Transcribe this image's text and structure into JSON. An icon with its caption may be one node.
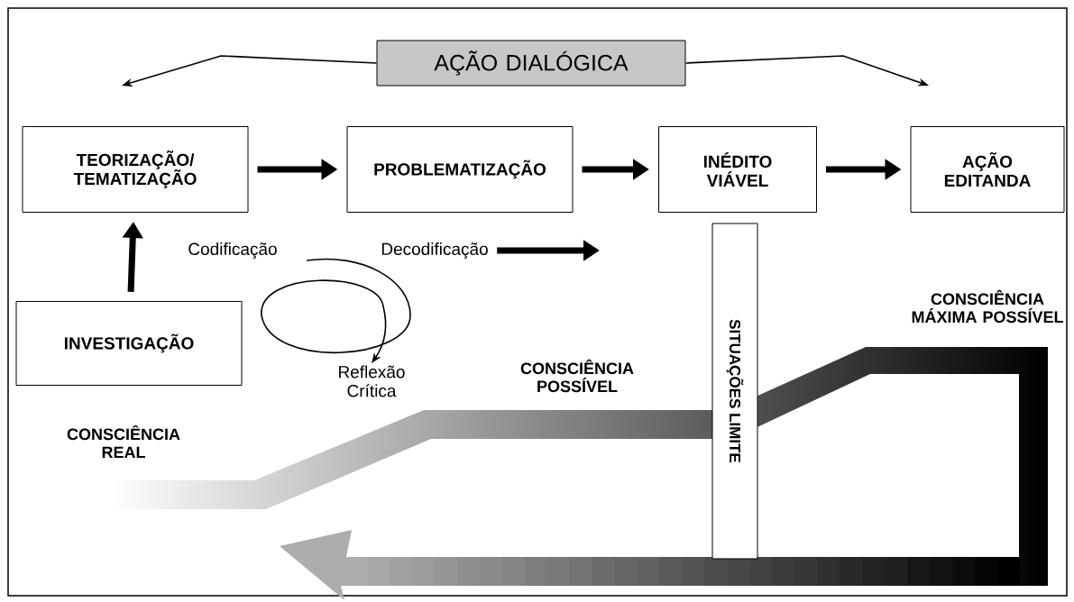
{
  "diagram": {
    "nodes": [
      {
        "text": [
          "AÇÃO DIALÓGICA"
        ]
      },
      {
        "text": [
          "TEORIZAÇÃO/ TEMATIZAÇÃO"
        ]
      },
      {
        "text": [
          "PROBLEMATIZAÇÃO"
        ]
      },
      {
        "text": [
          "INÉDITO VIÁVEL"
        ]
      },
      {
        "text": [
          "AÇÃO EDITANDA"
        ]
      },
      {
        "text": [
          "INVESTIGAÇÃO"
        ]
      },
      {
        "text": [
          "SITUAÇÕES LIMITE"
        ]
      },
      {
        "text": [
          "Codificação"
        ]
      },
      {
        "text": [
          "Decodificação"
        ]
      },
      {
        "text": [
          "Reflexão Crítica"
        ]
      }
    ],
    "edges": [
      {
        "from": 0,
        "to": null,
        "arrow": "to"
      },
      {
        "from": 0,
        "to": null,
        "arrow": "to"
      },
      {
        "from": 1,
        "to": 2,
        "arrow": "to"
      },
      {
        "from": 2,
        "to": 3,
        "arrow": "to"
      },
      {
        "from": 3,
        "to": 4,
        "arrow": "to"
      },
      {
        "from": 5,
        "to": 1,
        "arrow": "to"
      },
      {
        "from": 7,
        "to": 9,
        "arrow": "to"
      },
      {
        "from": 8,
        "to": null,
        "arrow": "to"
      }
    ],
    "labels": [
      "CONSCIÊNCIA MÁXIMA POSSÍVEL",
      "CONSCIÊNCIA POSSÍVEL",
      "CONSCIÊNCIA REAL"
    ]
  }
}
